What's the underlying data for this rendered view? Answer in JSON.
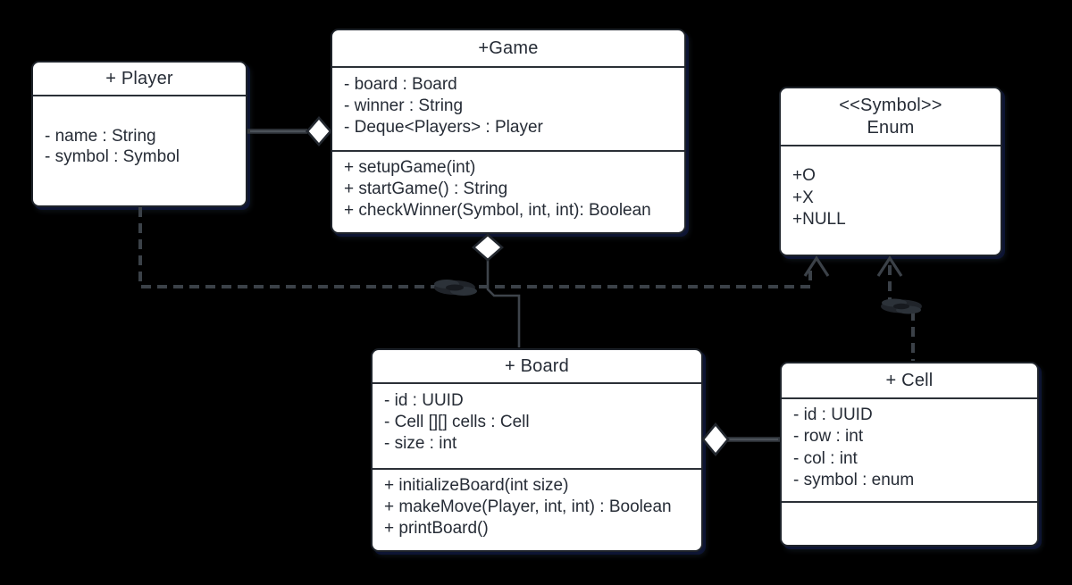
{
  "diagram": {
    "kind": "uml-class-diagram",
    "background_color": "#000000",
    "box_fill": "#ffffff",
    "box_border_color": "#1e232a",
    "text_color": "#262c36",
    "solid_link_color": "#33383f",
    "dashed_link_color": "#3b4148",
    "diamond_fill": "#ffffff"
  },
  "classes": {
    "player": {
      "title": "+ Player",
      "attributes": [
        "- name : String",
        "- symbol : Symbol"
      ]
    },
    "game": {
      "title": "+Game",
      "attributes": [
        "- board : Board",
        "- winner : String",
        "- Deque<Players> : Player"
      ],
      "methods": [
        "+ setupGame(int)",
        "+ startGame() : String",
        "+ checkWinner(Symbol, int, int): Boolean"
      ]
    },
    "symbol_enum": {
      "stereotype": "<<Symbol>>",
      "title": "Enum",
      "values": [
        "+O",
        "+X",
        "+NULL"
      ]
    },
    "board": {
      "title": "+ Board",
      "attributes": [
        "- id : UUID",
        "- Cell [][] cells : Cell",
        "- size : int"
      ],
      "methods": [
        "+ initializeBoard(int size)",
        "+ makeMove(Player, int, int) : Boolean",
        "+ printBoard()"
      ]
    },
    "cell": {
      "title": "+ Cell",
      "attributes": [
        "- id : UUID",
        "- row : int",
        "- col : int",
        "- symbol : enum"
      ]
    }
  },
  "relationships": [
    {
      "from": "Player",
      "to": "Game",
      "type": "aggregation",
      "style": "solid-thick-white-diamond"
    },
    {
      "from": "Board",
      "to": "Game",
      "type": "aggregation",
      "style": "solid-thin-white-diamond"
    },
    {
      "from": "Cell",
      "to": "Board",
      "type": "aggregation",
      "style": "solid-thick-white-diamond"
    },
    {
      "from": "Player",
      "to": "Enum",
      "type": "dependency",
      "style": "dashed-open-arrow",
      "label": "illegible-scribble"
    },
    {
      "from": "Cell",
      "to": "Enum",
      "type": "dependency",
      "style": "dashed-open-arrow",
      "label": "illegible-scribble"
    }
  ]
}
